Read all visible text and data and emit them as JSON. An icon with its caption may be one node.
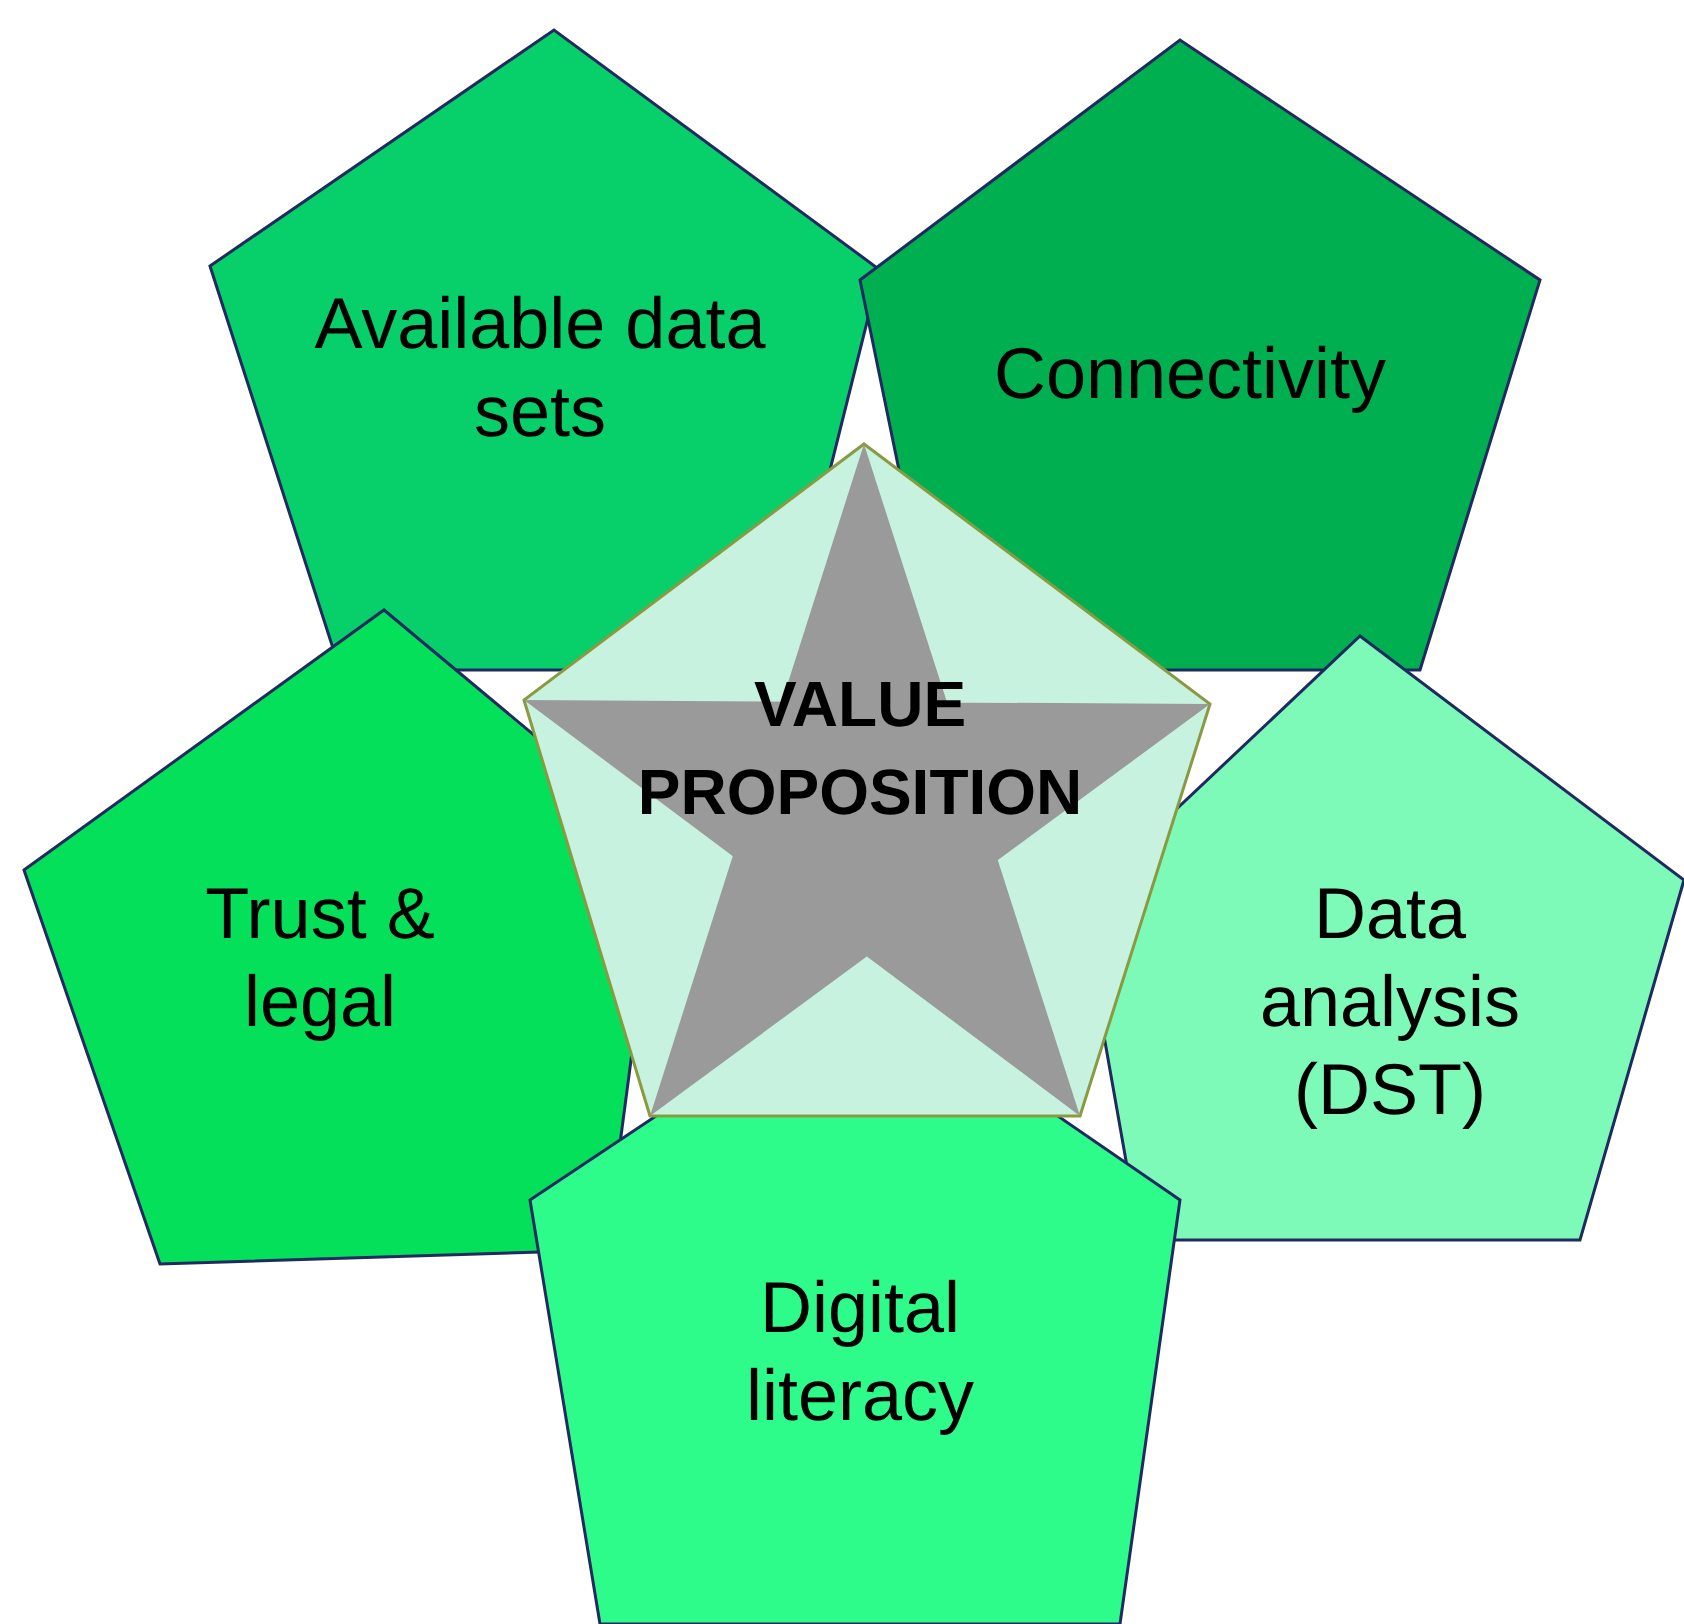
{
  "diagram": {
    "nodes": [
      {
        "text": [
          "Available data sets"
        ]
      },
      {
        "text": [
          "Connectivity"
        ]
      },
      {
        "text": [
          "VALUE PROPOSITION"
        ]
      },
      {
        "text": [
          "Trust & legal"
        ]
      },
      {
        "text": [
          "Data analysis (DST)"
        ]
      },
      {
        "text": [
          "Digital literacy"
        ]
      }
    ],
    "edges": []
  }
}
